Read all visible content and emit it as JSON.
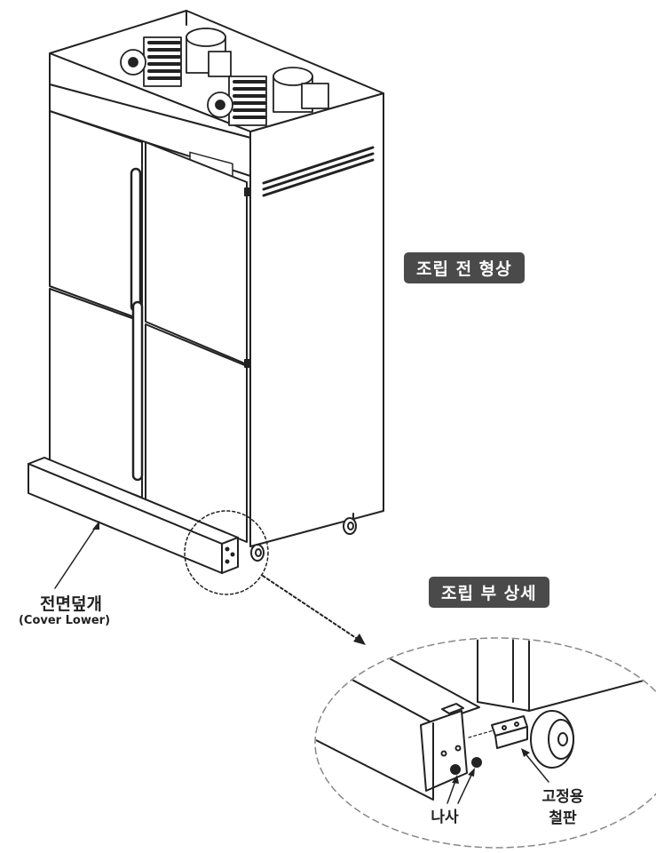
{
  "labels": {
    "before_assembly": "조립 전 형상",
    "assembly_detail": "조립 부 상세",
    "front_cover": "전면덮개",
    "front_cover_en": "(Cover Lower)",
    "screw": "나사",
    "bracket_line1": "고정용",
    "bracket_line2": "철판"
  },
  "colors": {
    "label_bg": "#4a4a4a",
    "line": "#222222"
  }
}
